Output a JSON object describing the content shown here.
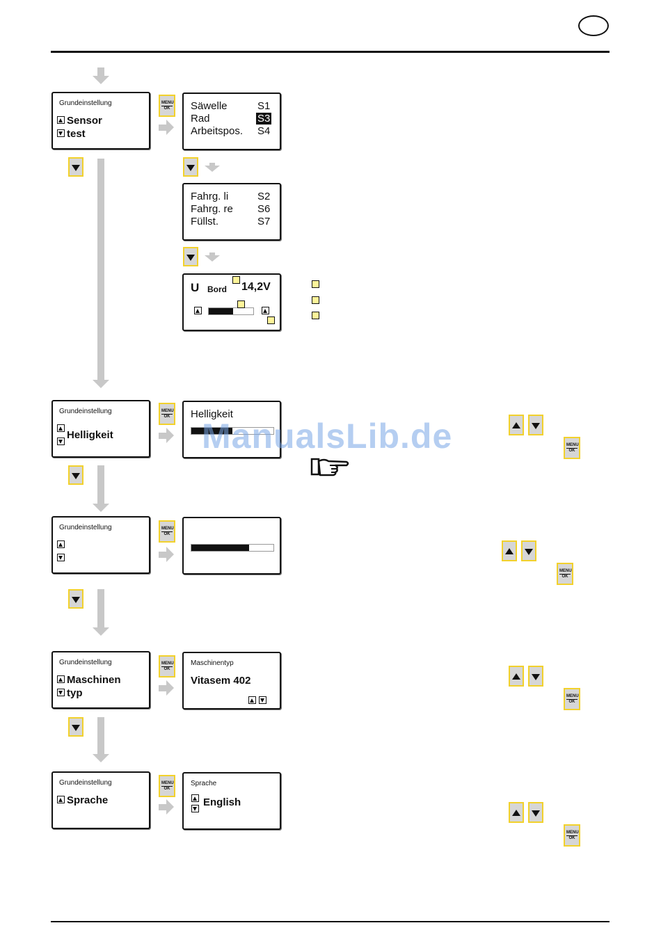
{
  "header": {
    "badge_text": ""
  },
  "watermark": "ManualsLib.de",
  "screens": {
    "sensor": {
      "title": "Grundeinstellung",
      "line1": "Sensor",
      "line2": "test"
    },
    "sensor_list1": {
      "rows": [
        {
          "name": "Säwelle",
          "code": "S1"
        },
        {
          "name": "Rad",
          "code": "S3"
        },
        {
          "name": "Arbeitspos.",
          "code": "S4"
        }
      ]
    },
    "sensor_list2": {
      "rows": [
        {
          "name": "Fahrg. li",
          "code": "S2"
        },
        {
          "name": "Fahrg. re",
          "code": "S6"
        },
        {
          "name": "Füllst.",
          "code": "S7"
        }
      ]
    },
    "voltage": {
      "u": "U",
      "sub": "Bord",
      "value": "14,2V",
      "bar_level": 0.55
    },
    "helligkeit": {
      "title": "Grundeinstellung",
      "line1": "Helligkeit"
    },
    "helligkeit_detail": {
      "title": "Helligkeit",
      "bar_level": 0.5
    },
    "kontrast": {
      "title": "Grundeinstellung"
    },
    "kontrast_detail": {
      "bar_level": 0.7
    },
    "maschinen": {
      "title": "Grundeinstellung",
      "line1": "Maschinen",
      "line2": "typ"
    },
    "maschinen_detail": {
      "title": "Maschinentyp",
      "value": "Vitasem 402"
    },
    "sprache": {
      "title": "Grundeinstellung",
      "line1": "Sprache"
    },
    "sprache_detail": {
      "title": "Sprache",
      "value": "English"
    }
  },
  "keys": {
    "menu_top": "MENU",
    "menu_bottom": "OK"
  },
  "icons": {
    "hand": "pointing-hand-icon"
  },
  "colors": {
    "key_border": "#f2d12c",
    "key_fill": "#d6d6d6",
    "marker": "#fff59a",
    "arrow": "#c8c8c8"
  }
}
